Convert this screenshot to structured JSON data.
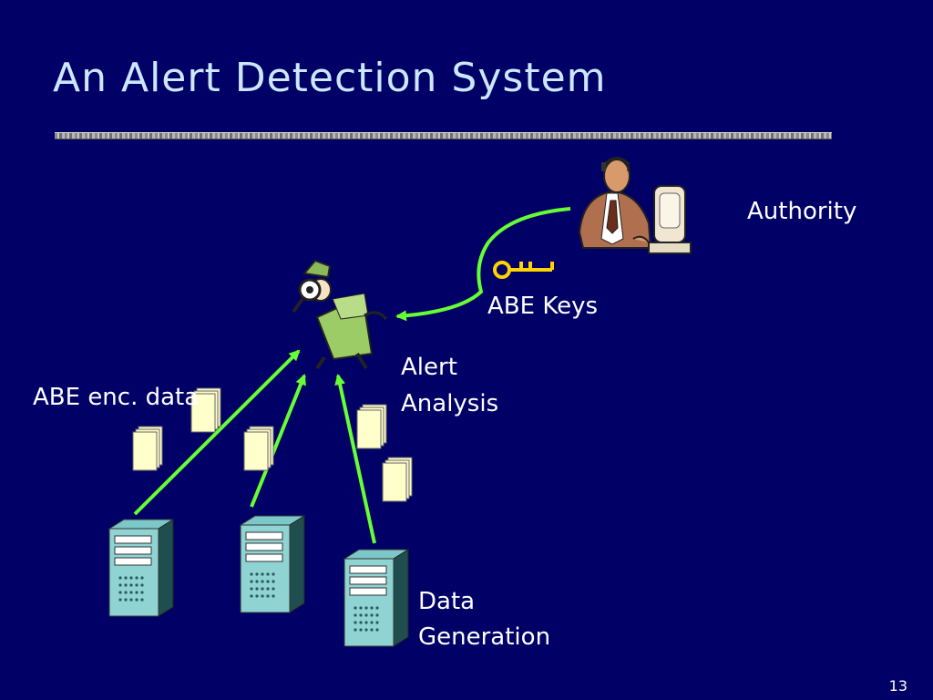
{
  "slide": {
    "title": "An Alert Detection System",
    "page_number": "13"
  },
  "labels": {
    "authority": "Authority",
    "abe_keys": "ABE Keys",
    "alert_analysis_line1": "Alert",
    "alert_analysis_line2": "Analysis",
    "abe_enc_data": "ABE enc. data",
    "data_generation_line1": "Data",
    "data_generation_line2": "Generation"
  },
  "colors": {
    "background": "#000066",
    "title": "#cce8ff",
    "arrow": "#66ff33",
    "key": "#ffd400",
    "server": "#8fd3d3",
    "document": "#ffffcc"
  },
  "icons": [
    "authority-person-icon",
    "key-icon",
    "detective-icon",
    "server-icon",
    "document-icon"
  ]
}
